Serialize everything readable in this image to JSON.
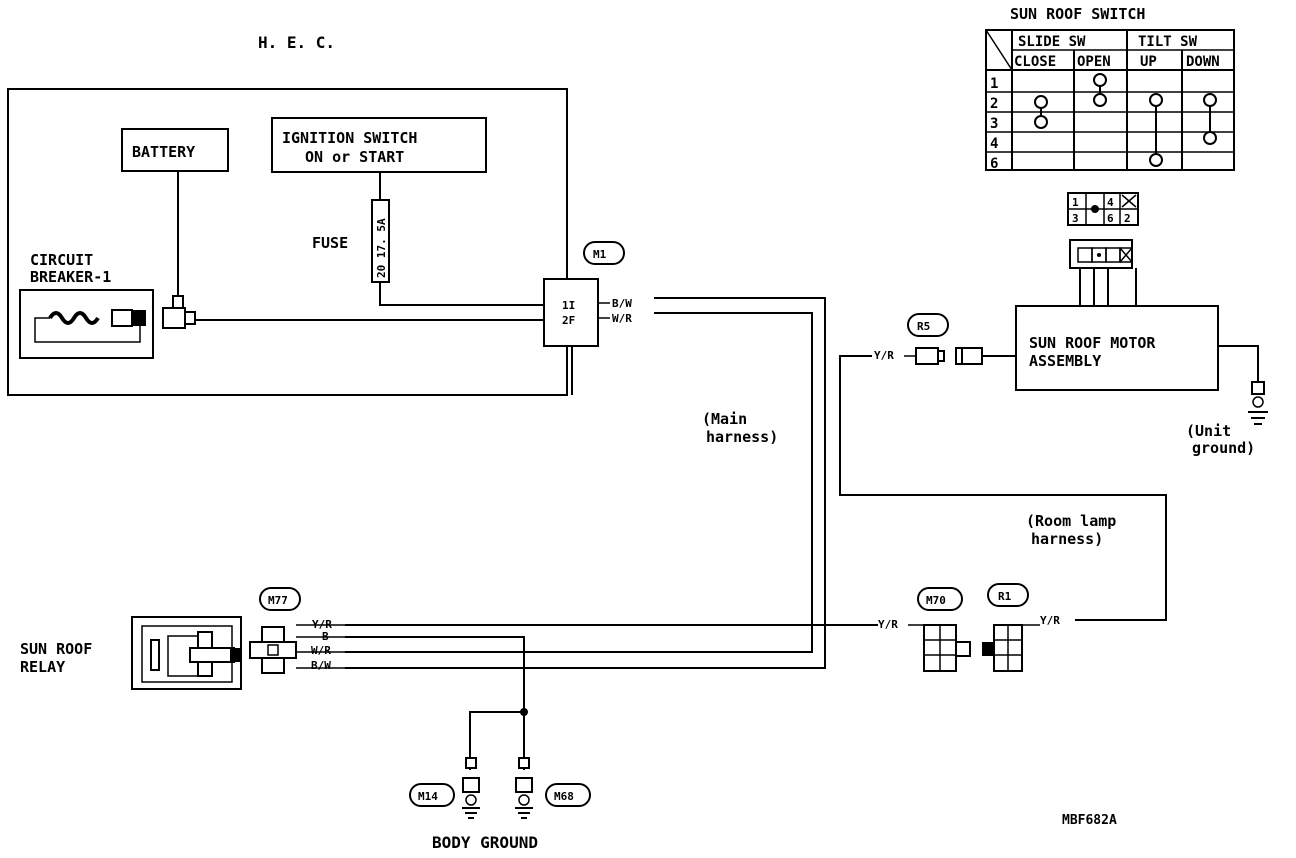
{
  "hec_label": "H. E. C.",
  "components": {
    "battery": "BATTERY",
    "ignition_line1": "IGNITION SWITCH",
    "ignition_line2": "ON or START",
    "fuse_label": "FUSE",
    "fuse_value": "20 17. 5A",
    "circuit_breaker_line1": "CIRCUIT",
    "circuit_breaker_line2": "BREAKER-1",
    "sun_roof_relay_line1": "SUN ROOF",
    "sun_roof_relay_line2": "RELAY",
    "motor_line1": "SUN ROOF MOTOR",
    "motor_line2": "ASSEMBLY",
    "unit_ground_line1": "(Unit",
    "unit_ground_line2": "ground)",
    "body_ground": "BODY GROUND"
  },
  "connectors": {
    "m1": "M1",
    "m77": "M77",
    "m70": "M70",
    "r1": "R1",
    "r5": "R5",
    "m14": "M14",
    "m68": "M68"
  },
  "m1_pins": [
    "1I",
    "2F"
  ],
  "wires": {
    "bw": "B/W",
    "wr": "W/R",
    "yr": "Y/R",
    "b": "B",
    "m77_labels": [
      "Y/R",
      "B",
      "W/R",
      "B/W"
    ]
  },
  "harness": {
    "main_line1": "(Main",
    "main_line2": "harness)",
    "room_line1": "(Room lamp",
    "room_line2": "harness)"
  },
  "switch_table": {
    "title": "SUN ROOF SWITCH",
    "groups": [
      "SLIDE SW",
      "TILT SW"
    ],
    "columns": [
      "CLOSE",
      "OPEN",
      "UP",
      "DOWN"
    ],
    "rows": [
      "1",
      "2",
      "3",
      "4",
      "6"
    ]
  },
  "motor_connector_grid": [
    "1",
    "4",
    "3",
    "6",
    "2"
  ],
  "diagram_code": "MBF682A"
}
